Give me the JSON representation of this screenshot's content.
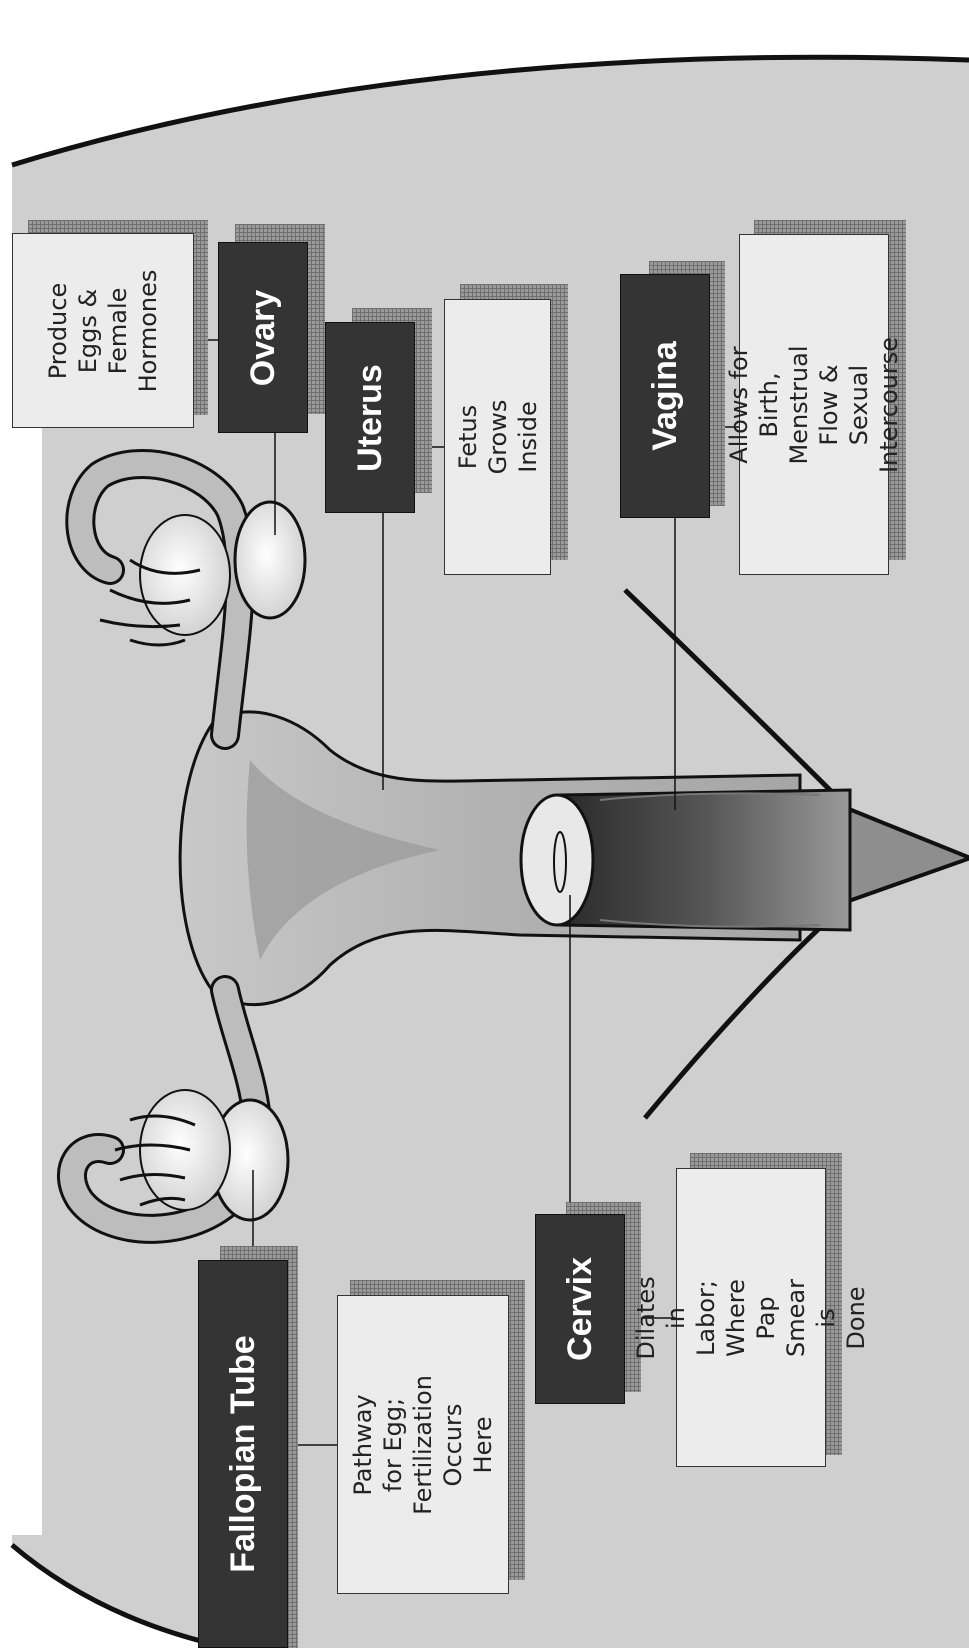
{
  "labels": {
    "ovary": "Ovary",
    "uterus": "Uterus",
    "vagina": "Vagina",
    "cervix": "Cervix",
    "fallopian_tube": "Fallopian Tube"
  },
  "descriptions": {
    "ovary": "Produce\nEggs &\nFemale\nHormones",
    "uterus": "Fetus Grows\nInside",
    "vagina": "Allows for Birth,\nMenstrual Flow &\nSexual Intercourse",
    "cervix": "Dilates in Labor;\nWhere Pap Smear\nis Done",
    "fallopian_tube": "Pathway for Egg;\nFertilization\nOccurs Here"
  },
  "colors": {
    "label_fill": "#333433",
    "label_text": "#ffffff",
    "description_fill": "#ececec",
    "body_outline_fill": "#cfcfcf",
    "organ_fill": "#b8b8b8"
  }
}
